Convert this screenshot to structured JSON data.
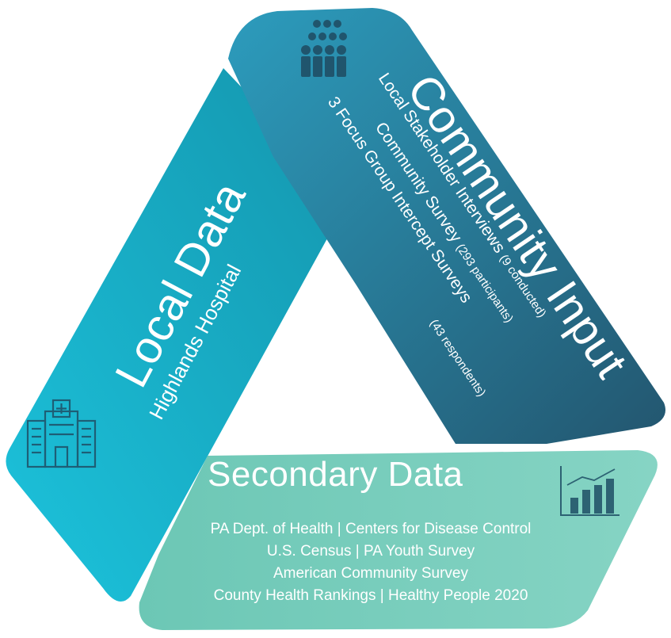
{
  "colors": {
    "local_band": "#17a9c2",
    "local_band_light": "#1cc3dc",
    "community_band": "#2a6c8a",
    "community_band_light": "#2c96b8",
    "secondary_band": "#6ec8b6",
    "secondary_band_light": "#86d4c3",
    "icon_dark": "#1f4f66",
    "text": "#ffffff"
  },
  "local": {
    "title": "Local Data",
    "subtitle": "Highlands Hospital",
    "icon": "hospital-icon"
  },
  "community": {
    "title": "Community Input",
    "icon": "people-group-icon",
    "lines": [
      {
        "text": "Local Stakeholder Interviews",
        "note": "(9 conducted)"
      },
      {
        "text": "Community Survey",
        "note": "(293 participants)"
      },
      {
        "text": "3 Focus Group Intercept Surveys",
        "note": ""
      },
      {
        "text": "",
        "note": "(43 respondents)"
      }
    ]
  },
  "secondary": {
    "title": "Secondary Data",
    "icon": "bar-chart-icon",
    "lines": [
      "PA Dept. of Health | Centers for Disease Control",
      "U.S. Census | PA Youth Survey",
      "American Community Survey",
      "County Health Rankings | Healthy People 2020"
    ]
  }
}
